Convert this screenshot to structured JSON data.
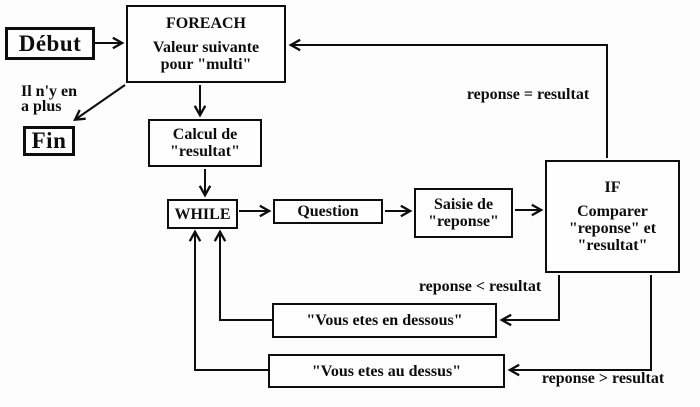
{
  "canvas": {
    "background_color": "#fdfdfd",
    "line_color": "#0d0d0d",
    "box_fill_color": "#fefefe"
  },
  "nodes": {
    "debut": {
      "label": "Début"
    },
    "foreach": {
      "title": "FOREACH",
      "line1": "Valeur suivante",
      "line2": "pour \"multi\""
    },
    "fin": {
      "label": "Fin"
    },
    "calcul": {
      "line1": "Calcul de",
      "line2": "\"resultat\""
    },
    "while": {
      "label": "WHILE"
    },
    "question": {
      "label": "Question"
    },
    "saisie": {
      "line1": "Saisie de",
      "line2": "\"reponse\""
    },
    "if": {
      "title": "IF",
      "line1": "Comparer",
      "line2": "\"reponse\" et",
      "line3": "\"resultat\""
    },
    "dessous": {
      "label": "\"Vous etes en dessous\""
    },
    "dessus": {
      "label": "\"Vous etes au dessus\""
    }
  },
  "edge_labels": {
    "no_more_line1": "Il n'y en",
    "no_more_line2": "a plus",
    "equal": "reponse = resultat",
    "less": "reponse < resultat",
    "greater": "reponse > resultat"
  }
}
